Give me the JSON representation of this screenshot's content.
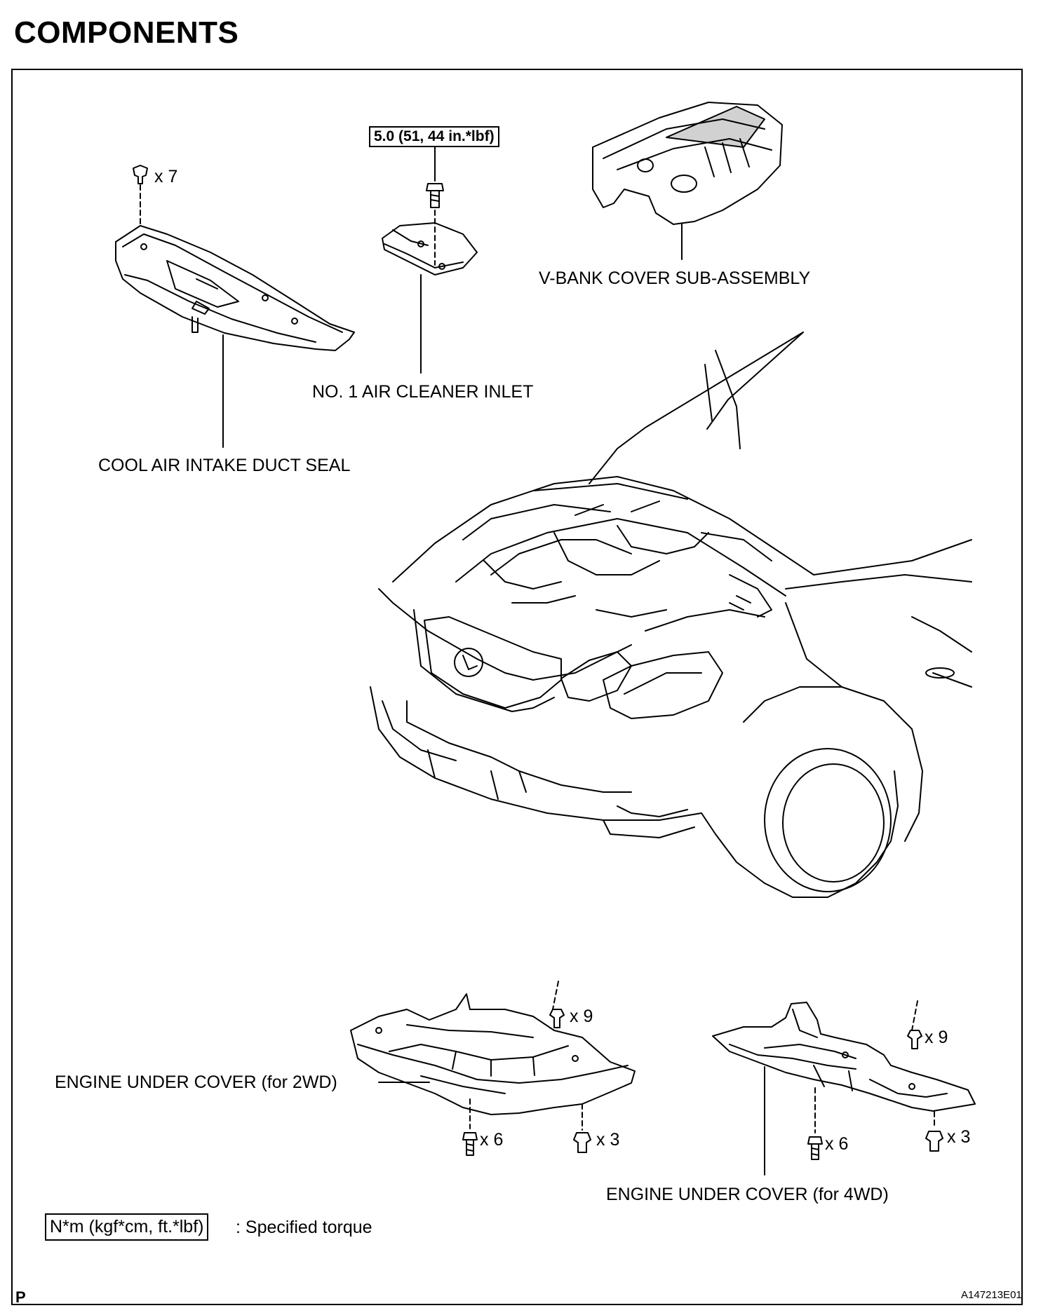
{
  "title": "COMPONENTS",
  "torque_spec": "5.0 (51, 44 in.*lbf)",
  "labels": {
    "cool_air_intake_duct_seal": "COOL AIR INTAKE DUCT SEAL",
    "no1_air_cleaner_inlet": "NO. 1 AIR CLEANER INLET",
    "v_bank_cover": "V-BANK COVER SUB-ASSEMBLY",
    "engine_under_cover_2wd": "ENGINE UNDER COVER (for 2WD)",
    "engine_under_cover_4wd": "ENGINE UNDER COVER (for 4WD)"
  },
  "quantities": {
    "duct_seal_clips": "x 7",
    "cover_2wd_top": "x 9",
    "cover_2wd_bolts": "x 6",
    "cover_2wd_clips": "x 3",
    "cover_4wd_top": "x 9",
    "cover_4wd_bolts": "x 6",
    "cover_4wd_clips": "x 3"
  },
  "legend": {
    "box": "N*m (kgf*cm, ft.*lbf)",
    "text": ": Specified torque"
  },
  "footer": {
    "corner_mark": "P",
    "figure_id": "A147213E01"
  }
}
